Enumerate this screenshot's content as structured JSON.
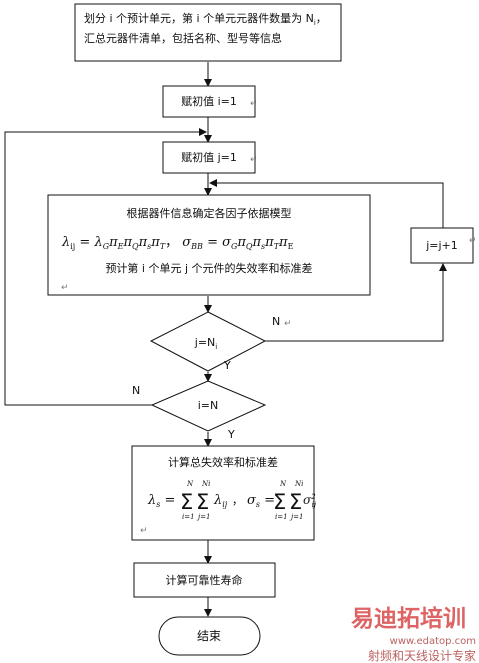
{
  "steps": {
    "partition": {
      "line1": "划分 i 个预计单元，第 i 个单元元器件数量为 N",
      "line1_sub": "i",
      "line1_end": "，",
      "line2": "汇总元器件清单，包括名称、型号等信息"
    },
    "init_i": "赋初值 i=1",
    "init_j": "赋初值 j=1",
    "model": {
      "line1": "根据器件信息确定各因子依据模型",
      "line3": "预计第 i 个单元 j 个元件的失效率和标准差"
    },
    "total": {
      "title": "计算总失效率和标准差"
    },
    "life": "计算可靠性寿命",
    "end": "结束"
  },
  "decisions": {
    "check_j": {
      "label": "j=N",
      "sub": "i"
    },
    "check_i": {
      "label": "i=N"
    }
  },
  "branches": {
    "yes": "Y",
    "no": "N"
  },
  "loop_increment": "j=j+1",
  "watermark": {
    "cn": "易迪拓培训",
    "sub": "射频和天线设计专家",
    "url": "www.edatop.com"
  }
}
